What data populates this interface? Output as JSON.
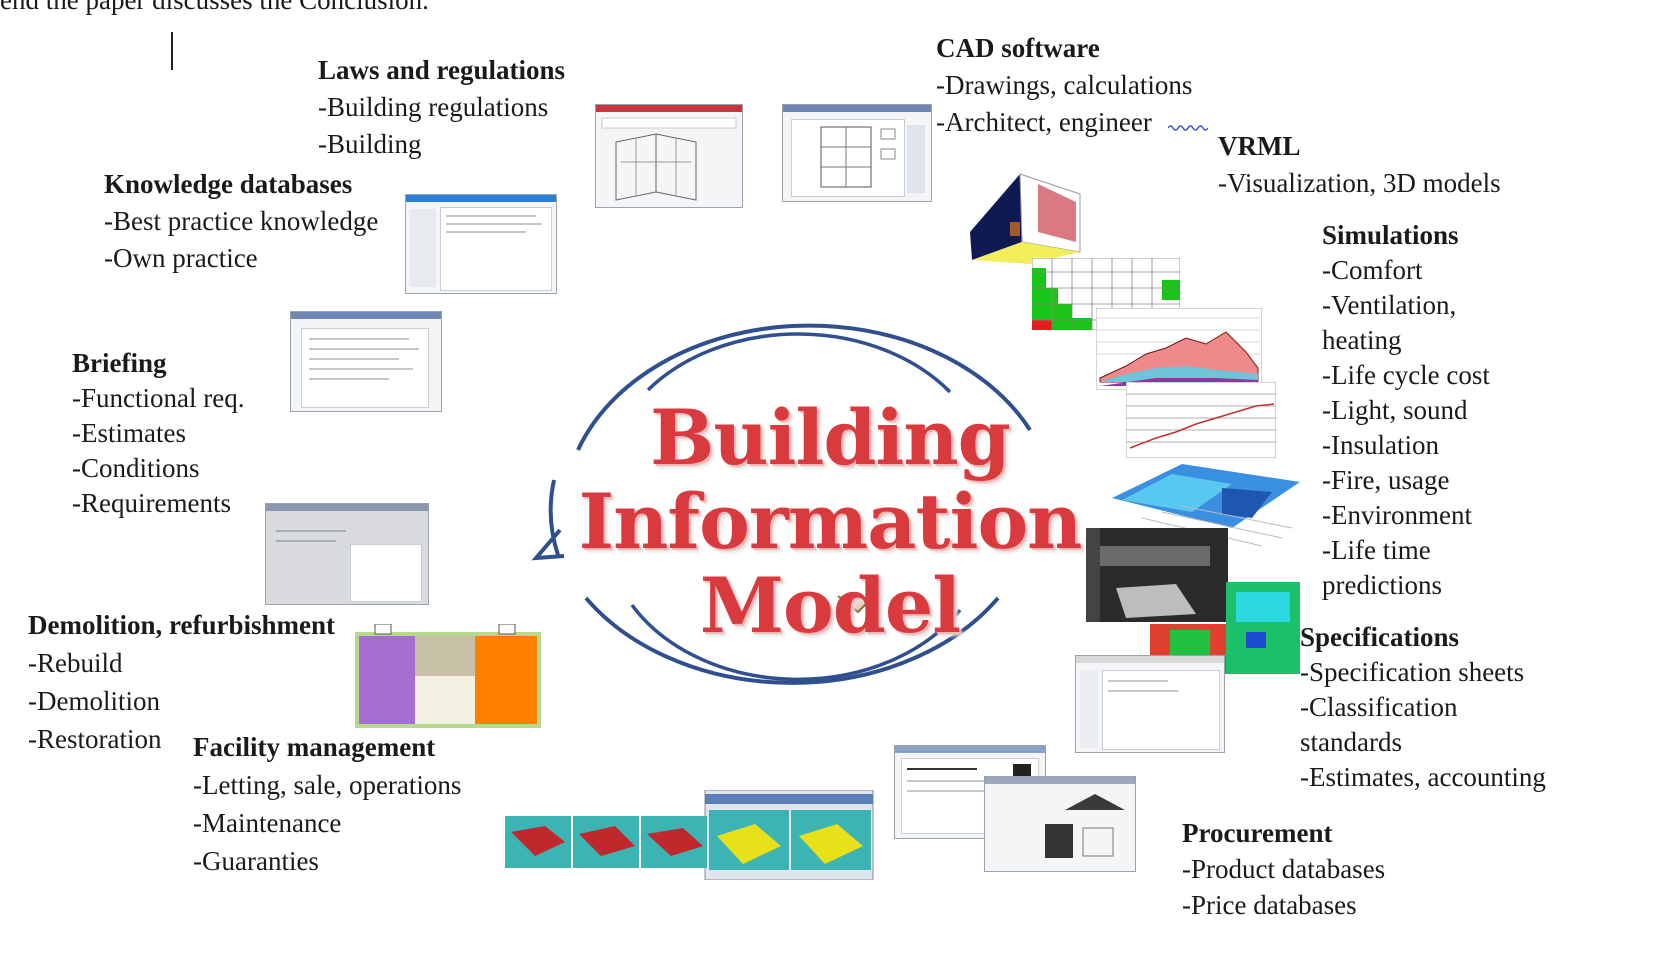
{
  "top_text": "end the paper discusses the Conclusion.",
  "center": {
    "line1": "Building",
    "line2": "Information",
    "line3": "Model"
  },
  "laws": {
    "title": "Laws and regulations",
    "items": [
      "-Building regulations",
      "-Building"
    ]
  },
  "cad": {
    "title": "CAD software",
    "items": [
      "-Drawings, calculations",
      "-Architect, engineer"
    ]
  },
  "vrml": {
    "title": "VRML",
    "items": [
      "-Visualization, 3D models"
    ]
  },
  "knowledge": {
    "title": "Knowledge databases",
    "items": [
      "-Best practice knowledge",
      "-Own practice"
    ]
  },
  "simulations": {
    "title": "Simulations",
    "items": [
      "-Comfort",
      "-Ventilation,",
      "heating",
      "-Life cycle cost",
      "-Light, sound",
      "-Insulation",
      "-Fire, usage",
      "-Environment",
      "-Life time",
      "predictions"
    ]
  },
  "briefing": {
    "title": "Briefing",
    "items": [
      "-Functional req.",
      "-Estimates",
      "-Conditions",
      "-Requirements"
    ]
  },
  "demolition": {
    "title": "Demolition, refurbishment",
    "items": [
      "-Rebuild",
      "-Demolition",
      "-Restoration"
    ]
  },
  "facility": {
    "title": "Facility management",
    "items": [
      "-Letting, sale, operations",
      "-Maintenance",
      "-Guaranties"
    ]
  },
  "specifications": {
    "title": "Specifications",
    "items": [
      "-Specification sheets",
      "-Classification",
      "standards",
      "-Estimates, accounting"
    ]
  },
  "procurement": {
    "title": "Procurement",
    "items": [
      "-Product databases",
      "-Price databases"
    ]
  },
  "colors": {
    "title_red": "#d83a3e",
    "circle_blue": "#2f4f8f"
  }
}
